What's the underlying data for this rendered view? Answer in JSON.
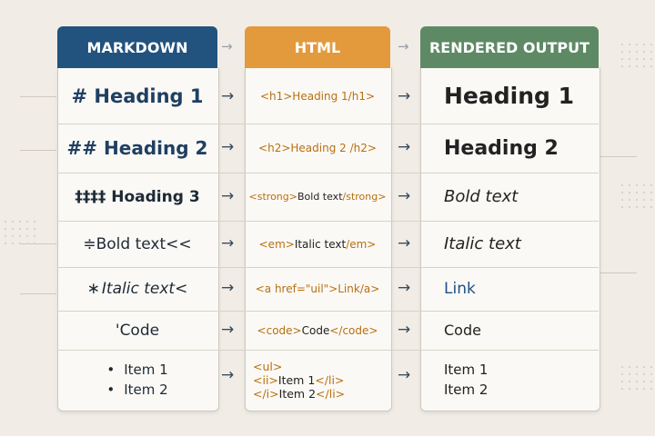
{
  "colors": {
    "markdown_header": "#22527e",
    "html_header": "#e39a3c",
    "output_header": "#5d8a64",
    "tag_color": "#b86f12",
    "md_text": "#1f3f63"
  },
  "headers": {
    "markdown": "MARKDOWN",
    "html": "HTML",
    "output": "RENDERED OUTPUT"
  },
  "arrow_glyph": "→",
  "rows": [
    {
      "markdown": "# Heading 1",
      "html": "<h1>Heading 1/h1>",
      "output": "Heading 1"
    },
    {
      "markdown": "## Heading 2",
      "html": "<h2>Heading 2 /h2>",
      "output": "Heading 2"
    },
    {
      "markdown": "‡‡‡‡ Hoading 3",
      "html_tag": "<strong>",
      "html_text": " Bold text",
      "html_close": "/strong>",
      "output": "Bold text"
    },
    {
      "markdown": "≑Bold text<<",
      "html_tag": "<em>",
      "html_text": "Italic text",
      "html_close": "/em>",
      "output": "Italic text"
    },
    {
      "markdown_prefix": "∗",
      "markdown": "Italic text<",
      "html_tag": "<a href=\"uil\">",
      "html_text": "",
      "html_close": "Link/a>",
      "output": "Link"
    },
    {
      "markdown": "'Code",
      "html_tag": "<code>",
      "html_text": "Code",
      "html_close": "</code>",
      "output": "Code"
    },
    {
      "markdown_items": [
        "Item 1",
        "Item 2"
      ],
      "html_lines": [
        {
          "tag": "<ul>",
          "text": "",
          "close": ""
        },
        {
          "tag": "<ii>",
          "text": "Item 1",
          "close": "</li>"
        },
        {
          "tag": "</i>",
          "text": "Item 2",
          "close": "</li>"
        }
      ],
      "output_items": [
        "Item 1",
        "Item 2"
      ]
    }
  ]
}
